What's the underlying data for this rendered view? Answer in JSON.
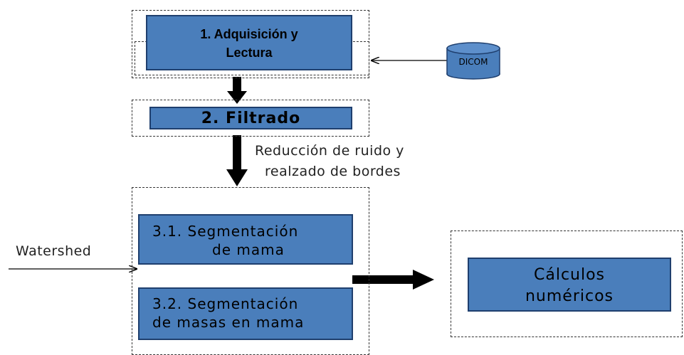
{
  "step1": {
    "line1": "1. Adquisición y",
    "line2": "Lectura"
  },
  "dicom": {
    "label": "DICOM"
  },
  "step2": {
    "label": "2. Filtrado"
  },
  "filter_note": {
    "line1": "Reducción de ruido y",
    "line2": "realzado de bordes"
  },
  "step31": {
    "line1": "3.1.  Segmentación",
    "line2": "de mama"
  },
  "step32": {
    "line1": "3.2.  Segmentación",
    "line2": "de masas en mama"
  },
  "watershed": {
    "label": "Watershed"
  },
  "step4": {
    "line1": "Cálculos",
    "line2": "numéricos"
  },
  "colors": {
    "box_fill": "#4a7ebb",
    "box_border": "#1f3f6e",
    "dicom_fill": "#4a7ebb"
  }
}
